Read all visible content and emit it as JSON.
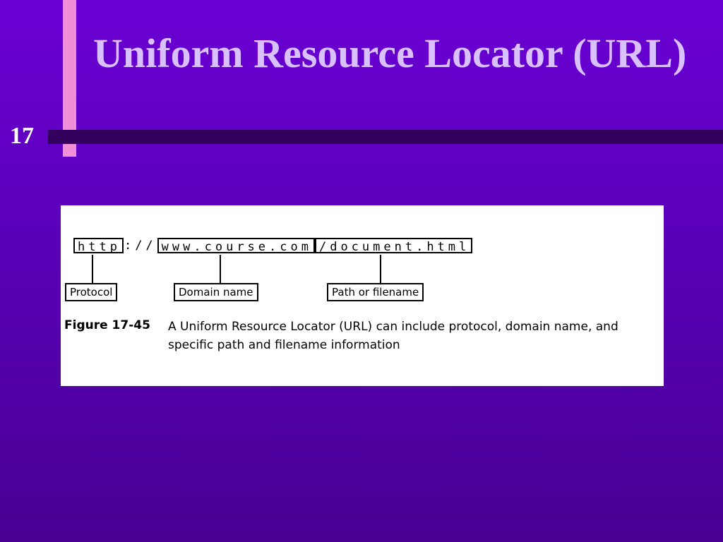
{
  "slide": {
    "number": "17",
    "title": "Uniform Resource Locator (URL)"
  },
  "figure": {
    "url_parts": {
      "protocol": "http",
      "separator": "://",
      "domain": "www.course.com",
      "path": "/document.html"
    },
    "labels": {
      "protocol": "Protocol",
      "domain": "Domain name",
      "path": "Path or filename"
    },
    "caption": {
      "number": "Figure 17-45",
      "text": "A Uniform Resource Locator (URL) can include protocol, domain name, and specific path and filename information"
    }
  }
}
